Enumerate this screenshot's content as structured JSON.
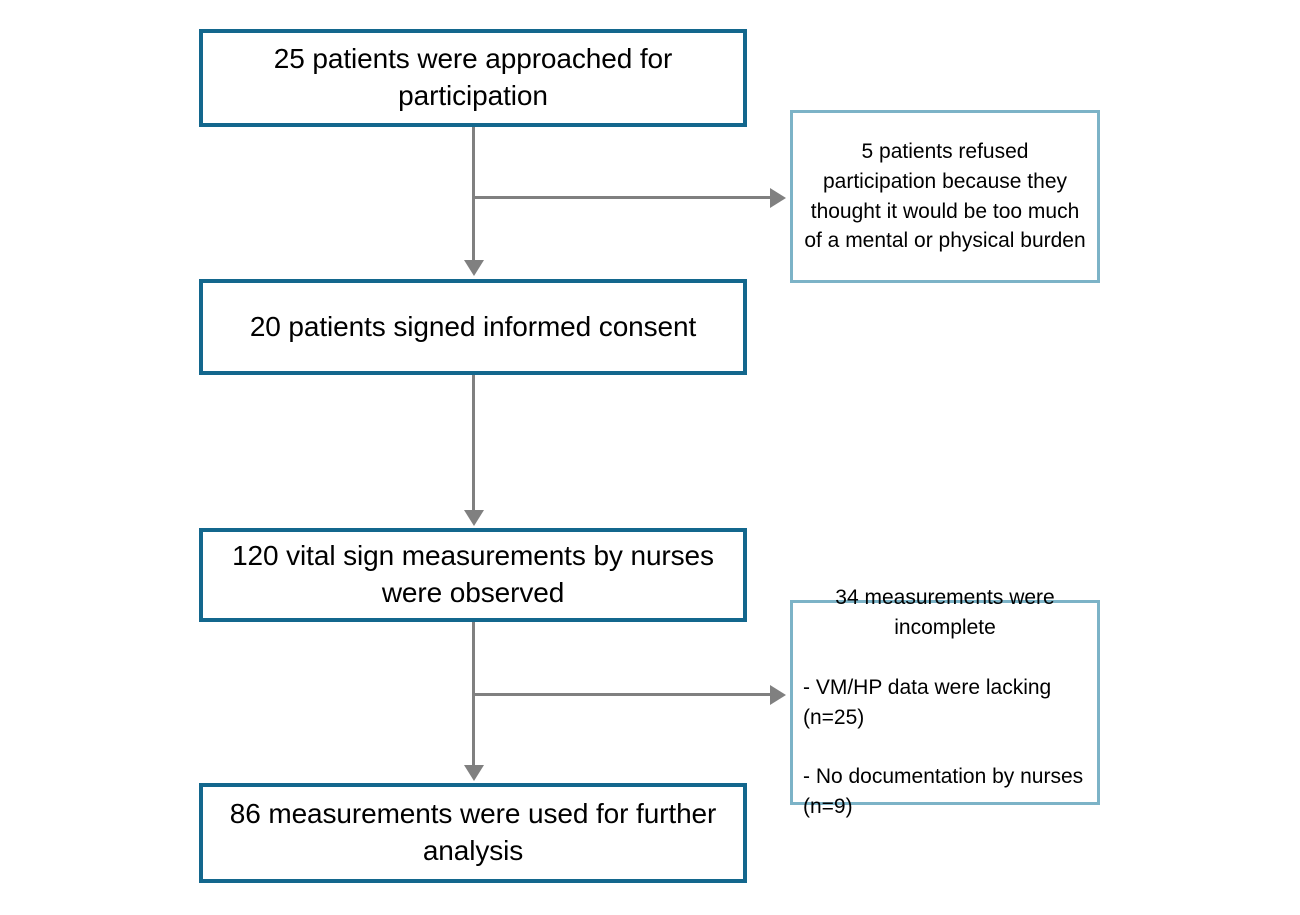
{
  "diagram": {
    "title": "Patient and measurement inclusion flow diagram",
    "type": "flowchart",
    "colors": {
      "primary_border": "#13678D",
      "aside_border": "#7CB3C7",
      "connector": "#808080",
      "box_fill": "#FFFFFF",
      "text": "#000000"
    },
    "primary_nodes": [
      {
        "id": "approached",
        "text": "25 patients were approached for participation",
        "count": 25,
        "unit": "patients"
      },
      {
        "id": "consented",
        "text": "20 patients signed informed consent",
        "count": 20,
        "unit": "patients"
      },
      {
        "id": "observed",
        "text": "120 vital sign measurements  by nurses were observed",
        "count": 120,
        "unit": "measurements"
      },
      {
        "id": "analysed",
        "text": "86 measurements  were used for further analysis",
        "count": 86,
        "unit": "measurements"
      }
    ],
    "aside_nodes": [
      {
        "id": "refused",
        "head": "5 patients refused participation because they thought it would be too much of a mental or physical burden",
        "lines": [],
        "count": 5,
        "unit": "patients"
      },
      {
        "id": "incomplete",
        "head": "34 measurements were incomplete",
        "lines": [
          "- VM/HP data were lacking (n=25)",
          "- No documentation by nurses (n=9)"
        ],
        "count": 34,
        "unit": "measurements",
        "breakdown": [
          {
            "reason": "VM/HP data were lacking",
            "n": 25
          },
          {
            "reason": "No documentation by nurses",
            "n": 9
          }
        ]
      }
    ],
    "connectors": [
      {
        "id": "approached-to-consented",
        "kind": "vertical-arrow"
      },
      {
        "id": "approached-to-refused",
        "kind": "horizontal-arrow"
      },
      {
        "id": "consented-to-observed",
        "kind": "vertical-arrow"
      },
      {
        "id": "observed-to-analysed",
        "kind": "vertical-arrow"
      },
      {
        "id": "observed-to-incomplete",
        "kind": "horizontal-arrow"
      }
    ]
  }
}
